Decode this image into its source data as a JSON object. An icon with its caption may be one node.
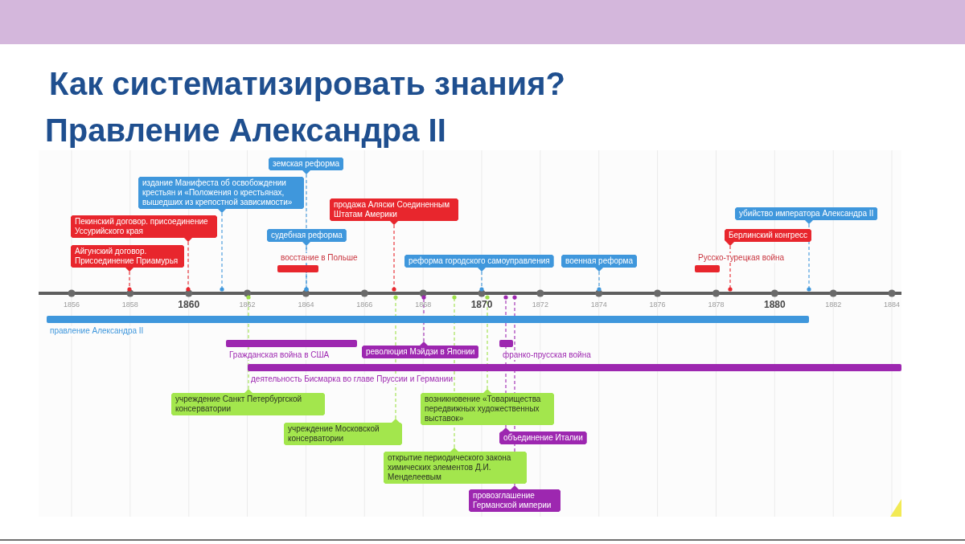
{
  "diagram": {
    "title": "Как систематизировать знания?",
    "nodes": [
      {
        "text": [
          "земская реформа"
        ]
      },
      {
        "text": [
          "издание Манифеста об освобождении крестьян и «Положения о крестьянах, вышедших из крепостной зависимости»"
        ]
      },
      {
        "text": [
          "продажа Аляски Соединенным Штатам Америки"
        ]
      },
      {
        "text": [
          "убийство императора Александра II"
        ]
      },
      {
        "text": [
          "Пекинский договор. присоединение Уссурийского края"
        ]
      },
      {
        "text": [
          "судебная реформа"
        ]
      },
      {
        "text": [
          "Берлинский конгресс"
        ]
      },
      {
        "text": [
          "Айгунский договор. Присоединение Приамурья"
        ]
      },
      {
        "text": [
          "восстание в Польше"
        ]
      },
      {
        "text": [
          "реформа городского самоуправления"
        ]
      },
      {
        "text": [
          "военная реформа"
        ]
      },
      {
        "text": [
          "Русско-турецкая война"
        ]
      },
      {
        "text": [],
        "shape": "line"
      },
      {
        "text": [
          "правление Александра II"
        ]
      },
      {
        "text": [
          "Гражданская война в США"
        ]
      },
      {
        "text": [
          "революция Мэйдзи в Японии"
        ]
      },
      {
        "text": [
          "франко-прусская война"
        ]
      },
      {
        "text": [
          "деятельность Бисмарка во главе Пруссии и Германии"
        ]
      },
      {
        "text": [
          "учреждение Санкт Петербургской консерватории"
        ]
      },
      {
        "text": [
          "возникновение «Товарищества передвижных художественных выставок»"
        ]
      },
      {
        "text": [
          "учреждение Московской консерватории"
        ]
      },
      {
        "text": [
          "объединение Италии"
        ]
      },
      {
        "text": [
          "открытие периодического закона химических элементов Д.И. Менделеевым"
        ]
      },
      {
        "text": [
          "провозглашение Германской империи"
        ]
      }
    ],
    "edges": [
      {
        "from": 0,
        "to": 12,
        "arrow": "other",
        "style": "dashed"
      },
      {
        "from": 1,
        "to": 12,
        "arrow": "other",
        "style": "dashed"
      },
      {
        "from": 2,
        "to": 12,
        "arrow": "other",
        "style": "dashed",
        "color": "#e8262d"
      },
      {
        "from": 3,
        "to": 12,
        "arrow": "other",
        "style": "dashed"
      },
      {
        "from": 4,
        "to": 12,
        "arrow": "other",
        "style": "dashed",
        "color": "#e8262d"
      },
      {
        "from": 5,
        "to": 12,
        "arrow": "other",
        "style": "dashed"
      },
      {
        "from": 6,
        "to": 12,
        "arrow": "other",
        "style": "dashed",
        "color": "#e8262d"
      },
      {
        "from": 7,
        "to": 12,
        "arrow": "other",
        "style": "dashed",
        "color": "#e8262d"
      },
      {
        "from": 9,
        "to": 12,
        "arrow": "other",
        "style": "dashed"
      },
      {
        "from": 10,
        "to": 12,
        "arrow": "other",
        "style": "dashed"
      },
      {
        "from": 15,
        "to": 12,
        "arrow": "other",
        "style": "dashed",
        "color": "#9d27b0"
      },
      {
        "from": 18,
        "to": 12,
        "arrow": "other",
        "style": "dashed",
        "color": "#9fe04a"
      },
      {
        "from": 19,
        "to": 12,
        "arrow": "other",
        "style": "dashed",
        "color": "#9fe04a"
      },
      {
        "from": 20,
        "to": 12,
        "arrow": "other",
        "style": "dashed",
        "color": "#9fe04a"
      },
      {
        "from": 21,
        "to": 12,
        "arrow": "other",
        "style": "dashed",
        "color": "#9d27b0"
      },
      {
        "from": 22,
        "to": 12,
        "arrow": "other",
        "style": "dashed",
        "color": "#9fe04a"
      },
      {
        "from": 23,
        "to": 12,
        "arrow": "other",
        "style": "dashed",
        "color": "#9d27b0"
      }
    ],
    "labels": [
      "Правление Александра II",
      "1856",
      "1858",
      "1860",
      "1862",
      "1864",
      "1866",
      "1868",
      "1870",
      "1872",
      "1874",
      "1876",
      "1878",
      "1880",
      "1882",
      "1884"
    ]
  }
}
